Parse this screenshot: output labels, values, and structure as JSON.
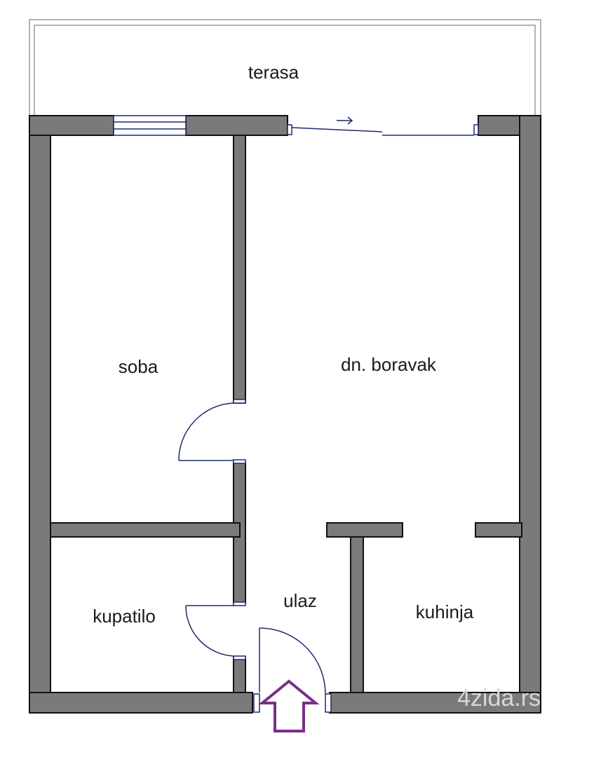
{
  "rooms": {
    "terrace": "terasa",
    "bedroom": "soba",
    "living_room": "dn. boravak",
    "bathroom": "kupatilo",
    "entrance": "ulaz",
    "kitchen": "kuhinja"
  },
  "watermark": "4zida.rs",
  "colors": {
    "wall_fill": "#7a7a7a",
    "wall_stroke": "#111111",
    "door_stroke": "#1d2a6e",
    "entrance_arrow": "#7b2d8b",
    "terrace_line": "#9a9a9a"
  },
  "icons": {
    "entrance_arrow": "up-arrow-icon",
    "sliding_door_arrow": "right-arrow-icon"
  }
}
